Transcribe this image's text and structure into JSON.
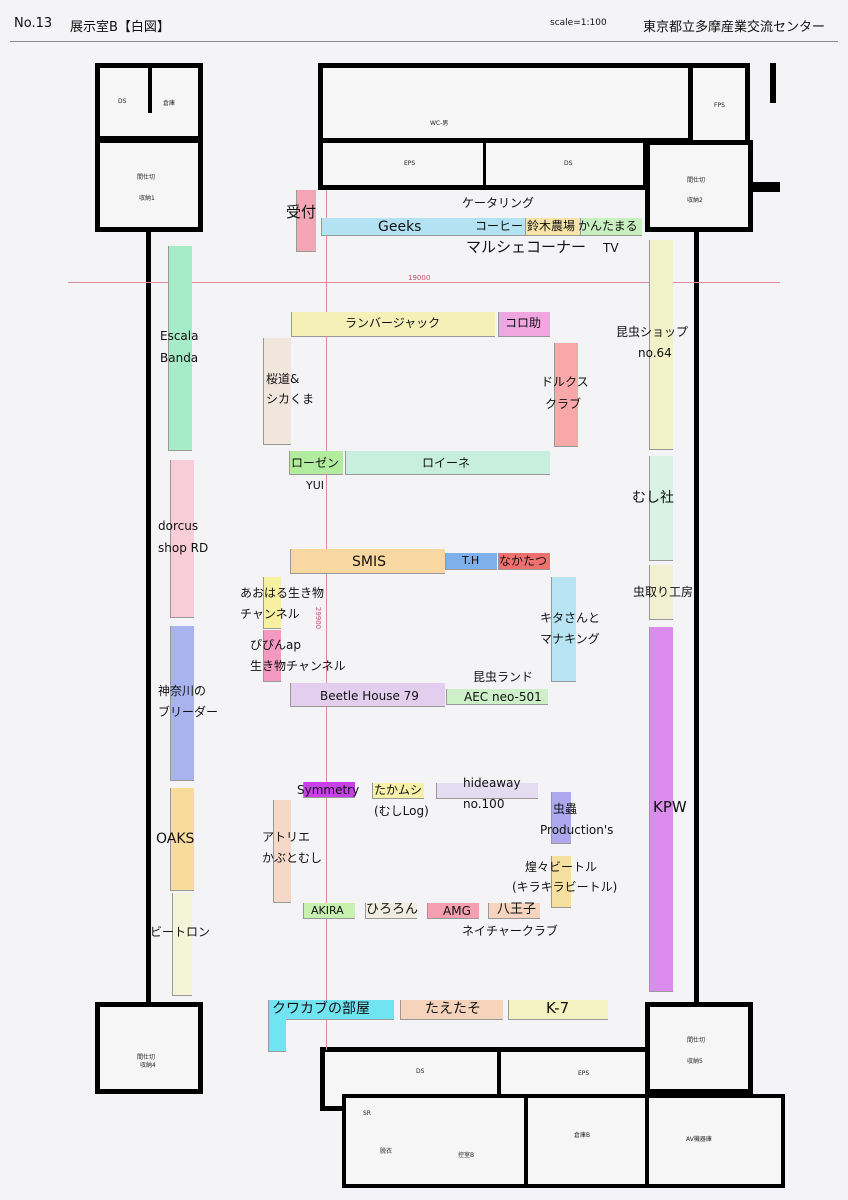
{
  "header": {
    "number": "No.13",
    "room": "展示室B【白図】",
    "scale": "scale=1:100",
    "venue": "東京都立多摩産業交流センター"
  },
  "dimensions": {
    "width": "19000",
    "height": "29900"
  },
  "rooms": {
    "ds_top_left": "DS",
    "storage_top_left": "倉庫",
    "wc": "WC-男",
    "eps_top": "EPS",
    "ds_top": "DS",
    "fps": "FPS",
    "partition1": "間仕切",
    "storage1": "収納1",
    "partition2": "間仕切",
    "storage2": "収納2",
    "partition4": "間仕切",
    "storage4": "収納4",
    "partition5": "間仕切",
    "storage5": "収納5",
    "ds_bottom": "DS",
    "eps_bottom": "EPS",
    "storage_b": "倉庫B",
    "av_storage": "AV機器庫",
    "sr": "SR",
    "dressing": "脱衣",
    "waiting_b": "控室B"
  },
  "zones": {
    "catering": "ケータリング",
    "marche": "マルシェコーナー",
    "tv": "TV"
  },
  "booths": [
    {
      "id": "uketsuke",
      "labels": [
        "受付"
      ],
      "color": "#f4a6b6"
    },
    {
      "id": "geeks",
      "labels": [
        "Geeks",
        "コーヒー"
      ],
      "color": "#b3e3f2"
    },
    {
      "id": "suzuki",
      "labels": [
        "鈴木農場"
      ],
      "color": "#f6e3a6"
    },
    {
      "id": "kantamaru",
      "labels": [
        "かんたまる"
      ],
      "color": "#c8f0c0"
    },
    {
      "id": "escala",
      "labels": [
        "Escala",
        "Banda"
      ],
      "color": "#a6ecc8"
    },
    {
      "id": "dorcus",
      "labels": [
        "dorcus",
        "shop RD"
      ],
      "color": "#f8cdd8"
    },
    {
      "id": "kanagawa",
      "labels": [
        "神奈川の",
        "ブリーダー"
      ],
      "color": "#a9b4ee"
    },
    {
      "id": "oaks",
      "labels": [
        "OAKS"
      ],
      "color": "#f8dc9c"
    },
    {
      "id": "beetron",
      "labels": [
        "ビートロン"
      ],
      "color": "#f4f4d8"
    },
    {
      "id": "lumberjack",
      "labels": [
        "ランバージャック"
      ],
      "color": "#f4f0b8"
    },
    {
      "id": "korosuke",
      "labels": [
        "コロ助"
      ],
      "color": "#f0a6e0"
    },
    {
      "id": "sakuramichi",
      "labels": [
        "桜道&",
        "シカくま"
      ],
      "color": "#f1e6dc"
    },
    {
      "id": "dorcus-club",
      "labels": [
        "ドルクス",
        "クラブ"
      ],
      "color": "#f8a8a8"
    },
    {
      "id": "rosen",
      "labels": [
        "ローゼン",
        "YUI"
      ],
      "color": "#b2ec9e"
    },
    {
      "id": "roine",
      "labels": [
        "ロイーネ"
      ],
      "color": "#c8eee0"
    },
    {
      "id": "smis",
      "labels": [
        "SMIS"
      ],
      "color": "#f8d8a0"
    },
    {
      "id": "th",
      "labels": [
        "T.H"
      ],
      "color": "#7eb0ec"
    },
    {
      "id": "nakatatsu",
      "labels": [
        "なかたつ"
      ],
      "color": "#f07070"
    },
    {
      "id": "aoharu",
      "labels": [
        "あおはる生き物",
        "チャンネル"
      ],
      "color": "#f6f0a0"
    },
    {
      "id": "pipin",
      "labels": [
        "ぴぴんap",
        "生き物チャンネル"
      ],
      "color": "#f49ac0"
    },
    {
      "id": "kitasan",
      "labels": [
        "キタさんと",
        "マナキング"
      ],
      "color": "#b8e4f4"
    },
    {
      "id": "beetlehouse",
      "labels": [
        "Beetle House 79"
      ],
      "color": "#e4cef0"
    },
    {
      "id": "aec",
      "labels": [
        "AEC neo-501",
        "昆虫ランド"
      ],
      "color": "#cdf0c8"
    },
    {
      "id": "symmetry",
      "labels": [
        "Symmetry"
      ],
      "color": "#c840e8"
    },
    {
      "id": "takamushi",
      "labels": [
        "たかムシ",
        "(むしLog)"
      ],
      "color": "#f6f0a8"
    },
    {
      "id": "hideaway",
      "labels": [
        "hideaway",
        "no.100"
      ],
      "color": "#e4dcf0"
    },
    {
      "id": "mushimushi",
      "labels": [
        "虫蟲",
        "Production's"
      ],
      "color": "#b0a8ee"
    },
    {
      "id": "atelier",
      "labels": [
        "アトリエ",
        "かぶとむし"
      ],
      "color": "#f6d8c8"
    },
    {
      "id": "kirakira",
      "labels": [
        "煌々ビートル",
        "(キラキラビートル)"
      ],
      "color": "#f6e0a0"
    },
    {
      "id": "akira",
      "labels": [
        "AKIRA"
      ],
      "color": "#c8f0b0"
    },
    {
      "id": "hiroron",
      "labels": [
        "ひろろん"
      ],
      "color": "#f0ece0"
    },
    {
      "id": "amg",
      "labels": [
        "AMG"
      ],
      "color": "#f4a0b0"
    },
    {
      "id": "hachioji",
      "labels": [
        "八王子",
        "ネイチャークラブ"
      ],
      "color": "#f6d4c0"
    },
    {
      "id": "shop64",
      "labels": [
        "昆虫ショップ",
        "no.64"
      ],
      "color": "#f2f2c8"
    },
    {
      "id": "mushisha",
      "labels": [
        "むし社"
      ],
      "color": "#d8f2e4"
    },
    {
      "id": "mushitori",
      "labels": [
        "虫取り工房"
      ],
      "color": "#f2f0d0"
    },
    {
      "id": "kpw",
      "labels": [
        "KPW"
      ],
      "color": "#dc8cec"
    },
    {
      "id": "kuwakabu",
      "labels": [
        "クワカブの部屋"
      ],
      "color": "#70e4f0"
    },
    {
      "id": "taetaso",
      "labels": [
        "たえたそ"
      ],
      "color": "#f6d4bc"
    },
    {
      "id": "k7",
      "labels": [
        "K-7"
      ],
      "color": "#f4f2c0"
    }
  ]
}
